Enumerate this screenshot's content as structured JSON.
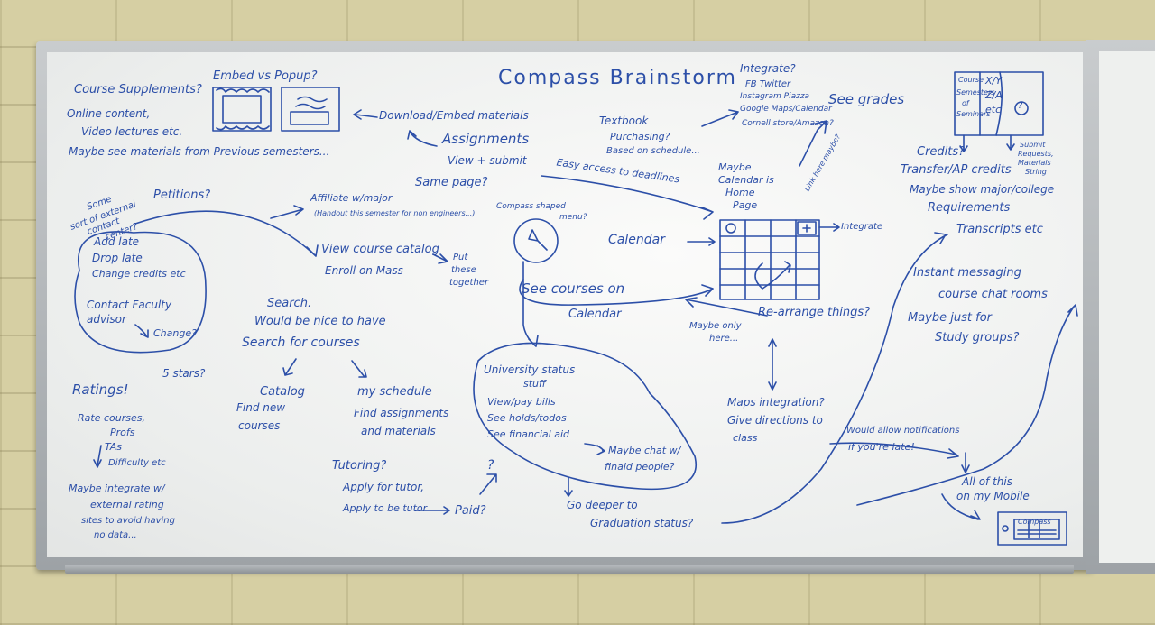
{
  "title": "Compass Brainstorm",
  "course_supplements": {
    "heading": "Course Supplements?",
    "line1": "Online content,",
    "line2": "Video lectures etc.",
    "line3": "Maybe see materials from Previous semesters..."
  },
  "embed": {
    "heading": "Embed vs Popup?",
    "download": "Download/Embed materials",
    "assignments": "Assignments",
    "view_submit": "View + submit",
    "same_page": "Same page?"
  },
  "integrate": {
    "heading": "Integrate?",
    "line1": "FB Twitter",
    "line2": "Instagram Piazza",
    "line3": "Google Maps/Calendar",
    "line4": "Cornell store/Amazon?"
  },
  "textbook": {
    "line1": "Textbook",
    "line2": "Purchasing?",
    "line3": "Based on schedule..."
  },
  "see_grades": "See grades",
  "link_note": "Link here maybe?",
  "easy_access": "Easy access to deadlines",
  "calendar_home": {
    "line1": "Maybe",
    "line2": "Calendar is",
    "line3": "Home",
    "line4": "Page"
  },
  "integrate_label": "Integrate",
  "calendar_label": "Calendar",
  "rearrange": "Re-arrange things?",
  "maybe_only": {
    "line1": "Maybe only",
    "line2": "here..."
  },
  "compass_shape": {
    "line1": "Compass shaped",
    "line2": "menu?"
  },
  "see_courses": {
    "line1": "See courses on",
    "line2": "Calendar"
  },
  "put_together": {
    "line1": "Put",
    "line2": "these",
    "line3": "together"
  },
  "petitions": {
    "note1": "Some",
    "note2": "sort of external",
    "note3": "contact",
    "note4": "center?",
    "heading": "Petitions?",
    "add": "Add late",
    "drop": "Drop late",
    "change": "Change credits etc",
    "contact": "Contact Faculty",
    "advisor": "advisor",
    "change2": "Change?"
  },
  "affiliate": {
    "line1": "Affiliate w/major",
    "line2": "(Handout this semester for non engineers...)"
  },
  "catalog_view": {
    "line1": "View course catalog",
    "line2": "Enroll on Mass"
  },
  "search": {
    "line1": "Search.",
    "line2": "Would be nice to have",
    "line3": "Search for courses",
    "catalog": "Catalog",
    "find_new": "Find new",
    "courses": "courses",
    "schedule": "my schedule",
    "find_assign": "Find assignments",
    "materials": "and materials"
  },
  "ratings": {
    "heading": "Ratings!",
    "stars": "5 stars?",
    "line1": "Rate courses,",
    "line2": "Profs",
    "line3": "TAs",
    "line4": "Difficulty etc",
    "maybe1": "Maybe integrate w/",
    "maybe2": "external rating",
    "maybe3": "sites to avoid having",
    "maybe4": "no data..."
  },
  "tutoring": {
    "line1": "Tutoring?",
    "line2": "Apply for tutor,",
    "line3": "Apply to be tutor",
    "paid": "Paid?",
    "q": "?"
  },
  "university": {
    "line1": "University status",
    "line2": "stuff",
    "line3": "View/pay bills",
    "line4": "See holds/todos",
    "line5": "See financial aid",
    "chat1": "Maybe chat w/",
    "chat2": "finaid people?"
  },
  "graduation": {
    "line1": "Go deeper to",
    "line2": "Graduation status?"
  },
  "maps": {
    "line1": "Maps integration?",
    "line2": "Give directions to",
    "line3": "class"
  },
  "credits": {
    "line1": "Credits?",
    "line2": "Transfer/AP credits",
    "line3": "Maybe show major/college",
    "line4": "Requirements",
    "line5": "Transcripts etc"
  },
  "box_tr": {
    "l1": "Course",
    "l2": "Semesters",
    "l3": "of",
    "l4": "Seminars",
    "r1": "X/Y",
    "r2": "Z/A",
    "r3": "etc",
    "r4": "?",
    "s1": "Submit",
    "s2": "Requests,",
    "s3": "Materials",
    "s4": "String"
  },
  "im": {
    "line1": "Instant messaging",
    "line2": "course chat rooms",
    "line3": "Maybe just for",
    "line4": "Study groups?"
  },
  "notifications": {
    "line1": "Would allow notifications",
    "line2": "if you're late!"
  },
  "mobile": {
    "line1": "All of this",
    "line2": "on my Mobile",
    "device": "Compass"
  }
}
